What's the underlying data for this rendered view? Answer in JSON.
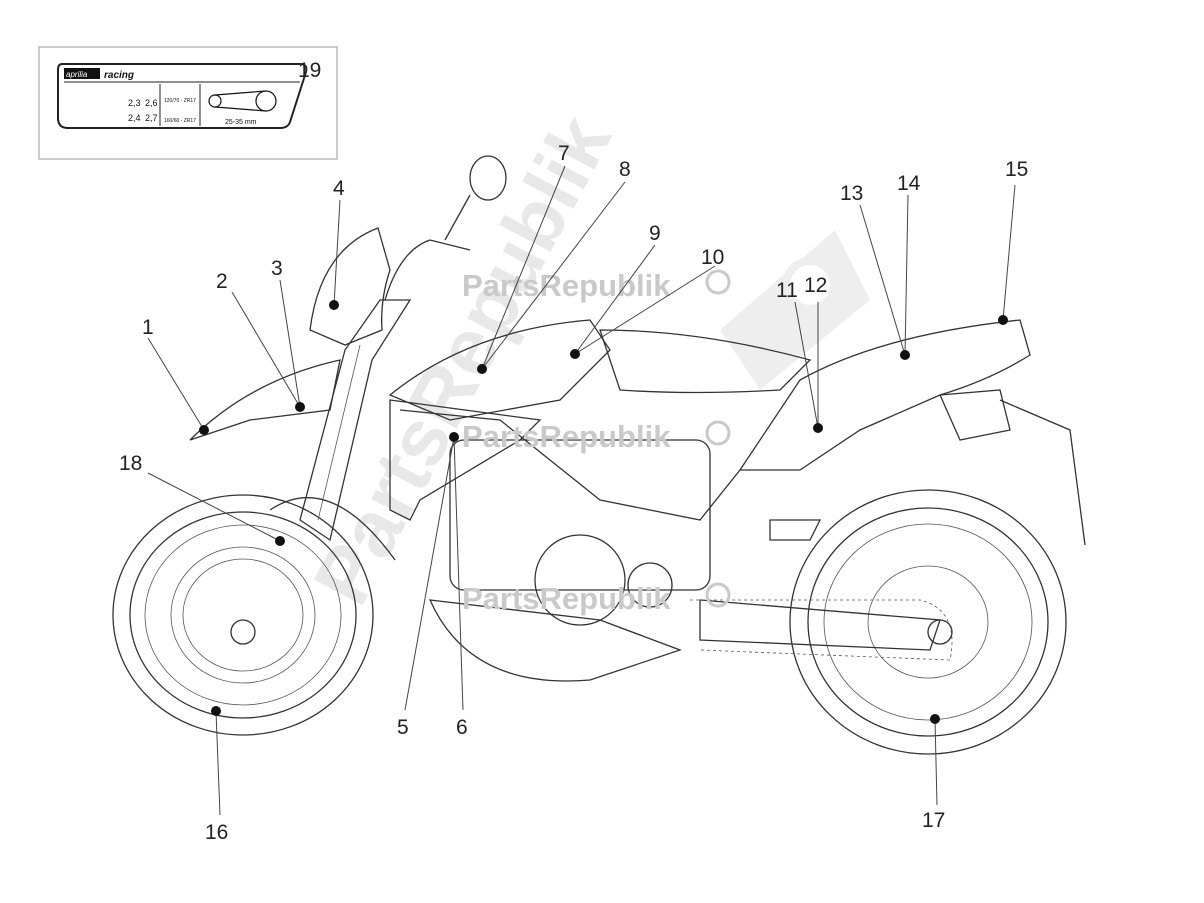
{
  "watermark": {
    "text": "PartsRepublik",
    "color": "#c9c9c9"
  },
  "label_sticker": {
    "brand": "aprilia",
    "racing": "racing",
    "rows": [
      {
        "a": "2,3",
        "b": "2,6"
      },
      {
        "a": "2,4",
        "b": "2,7"
      }
    ],
    "sizes": [
      "120/70 - ZR17",
      "160/60 - ZR17"
    ],
    "chain_slack": "25-35 mm"
  },
  "callouts": [
    {
      "id": "1",
      "label": "1"
    },
    {
      "id": "2",
      "label": "2"
    },
    {
      "id": "3",
      "label": "3"
    },
    {
      "id": "4",
      "label": "4"
    },
    {
      "id": "5",
      "label": "5"
    },
    {
      "id": "6",
      "label": "6"
    },
    {
      "id": "7",
      "label": "7"
    },
    {
      "id": "8",
      "label": "8"
    },
    {
      "id": "9",
      "label": "9"
    },
    {
      "id": "10",
      "label": "10"
    },
    {
      "id": "11",
      "label": "11"
    },
    {
      "id": "12",
      "label": "12"
    },
    {
      "id": "13",
      "label": "13"
    },
    {
      "id": "14",
      "label": "14"
    },
    {
      "id": "15",
      "label": "15"
    },
    {
      "id": "16",
      "label": "16"
    },
    {
      "id": "17",
      "label": "17"
    },
    {
      "id": "18",
      "label": "18"
    },
    {
      "id": "19",
      "label": "19"
    }
  ]
}
